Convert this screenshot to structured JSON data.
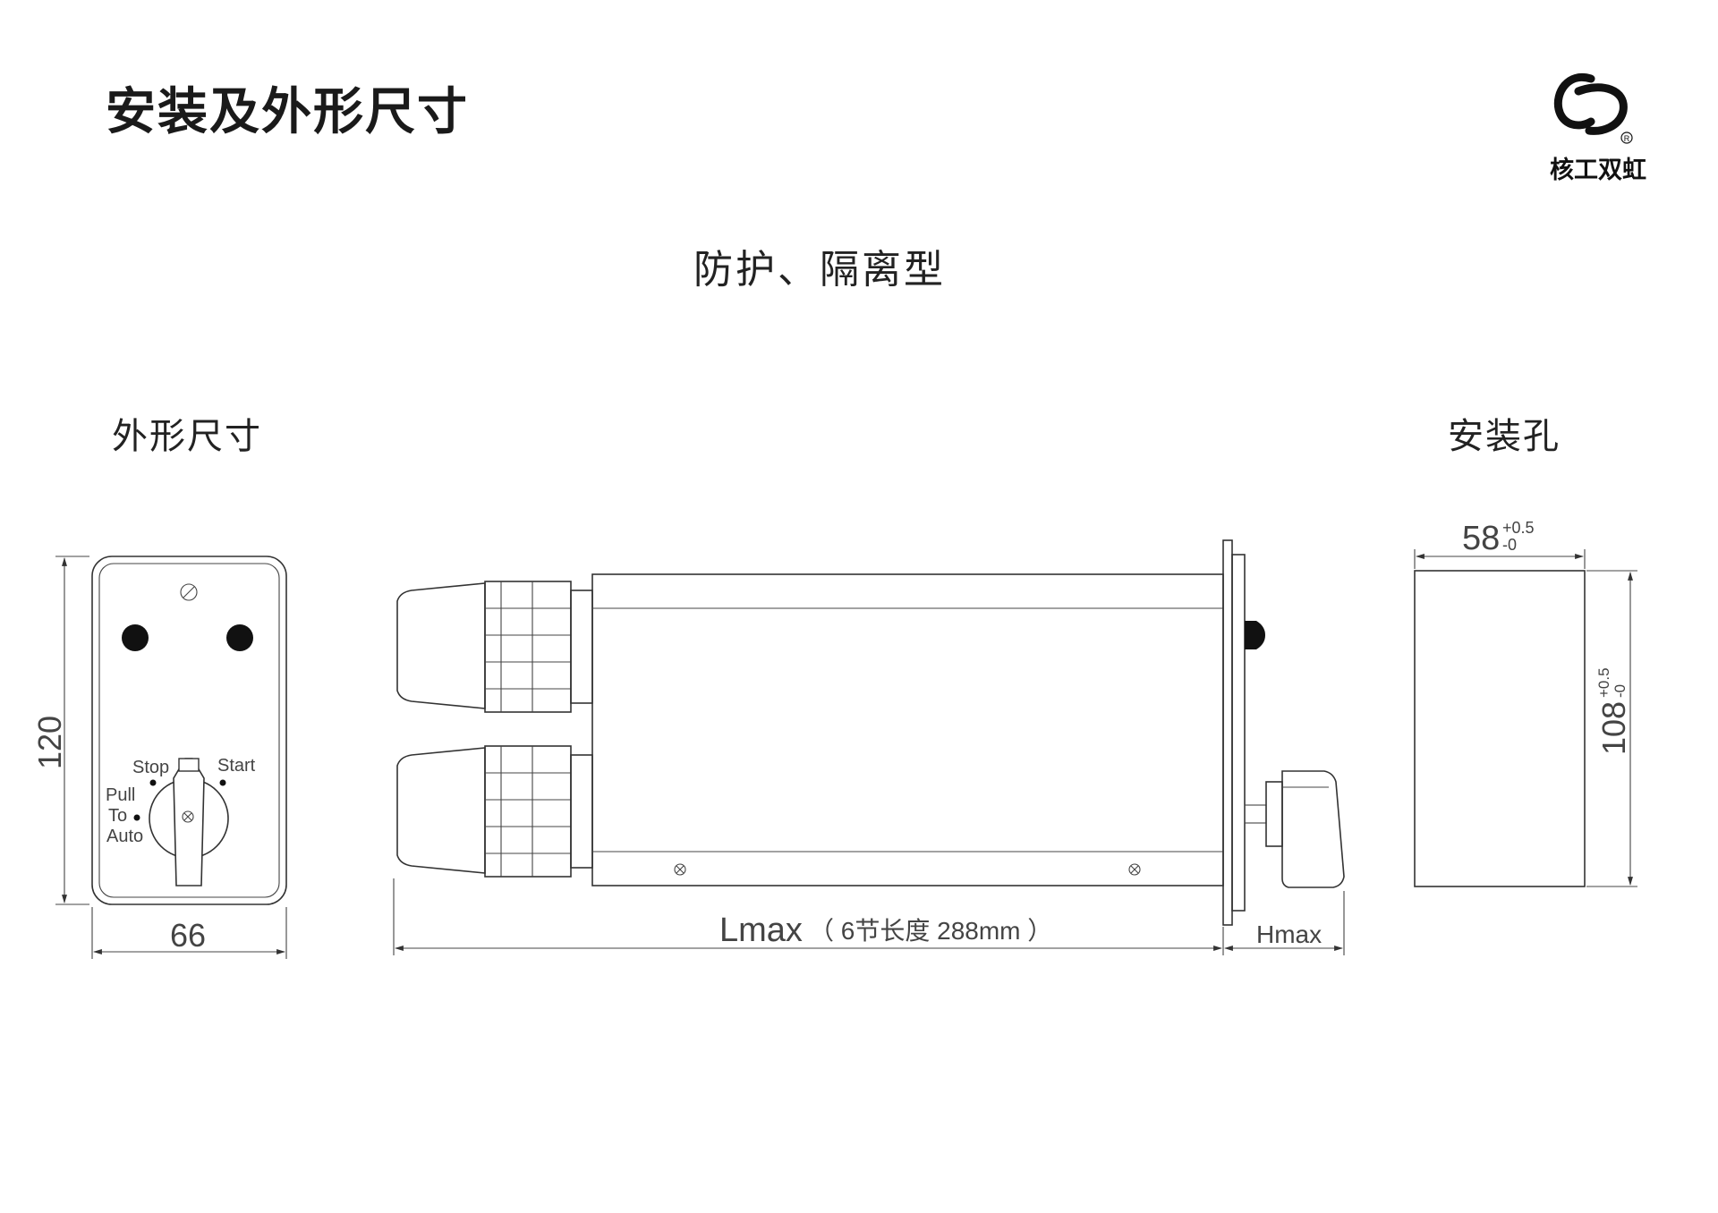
{
  "header": {
    "title": "安装及外形尺寸",
    "subtitle": "防护、隔离型"
  },
  "logo": {
    "brand": "核工双虹",
    "registered_mark": "®"
  },
  "sections": {
    "outline": "外形尺寸",
    "mounting_hole": "安装孔"
  },
  "front_view": {
    "width": "66",
    "height": "120",
    "switch_labels": {
      "stop": "Stop",
      "start": "Start",
      "pull": "Pull",
      "to": "To",
      "auto": "Auto"
    }
  },
  "side_view": {
    "length_label": "Lmax",
    "length_note": "（ 6节长度 288mm ）",
    "height_label": "Hmax"
  },
  "hole": {
    "width": "58",
    "width_tol_upper": "+0.5",
    "width_tol_lower": "-0",
    "height": "108",
    "height_tol_upper": "+0.5",
    "height_tol_lower": "-0"
  }
}
